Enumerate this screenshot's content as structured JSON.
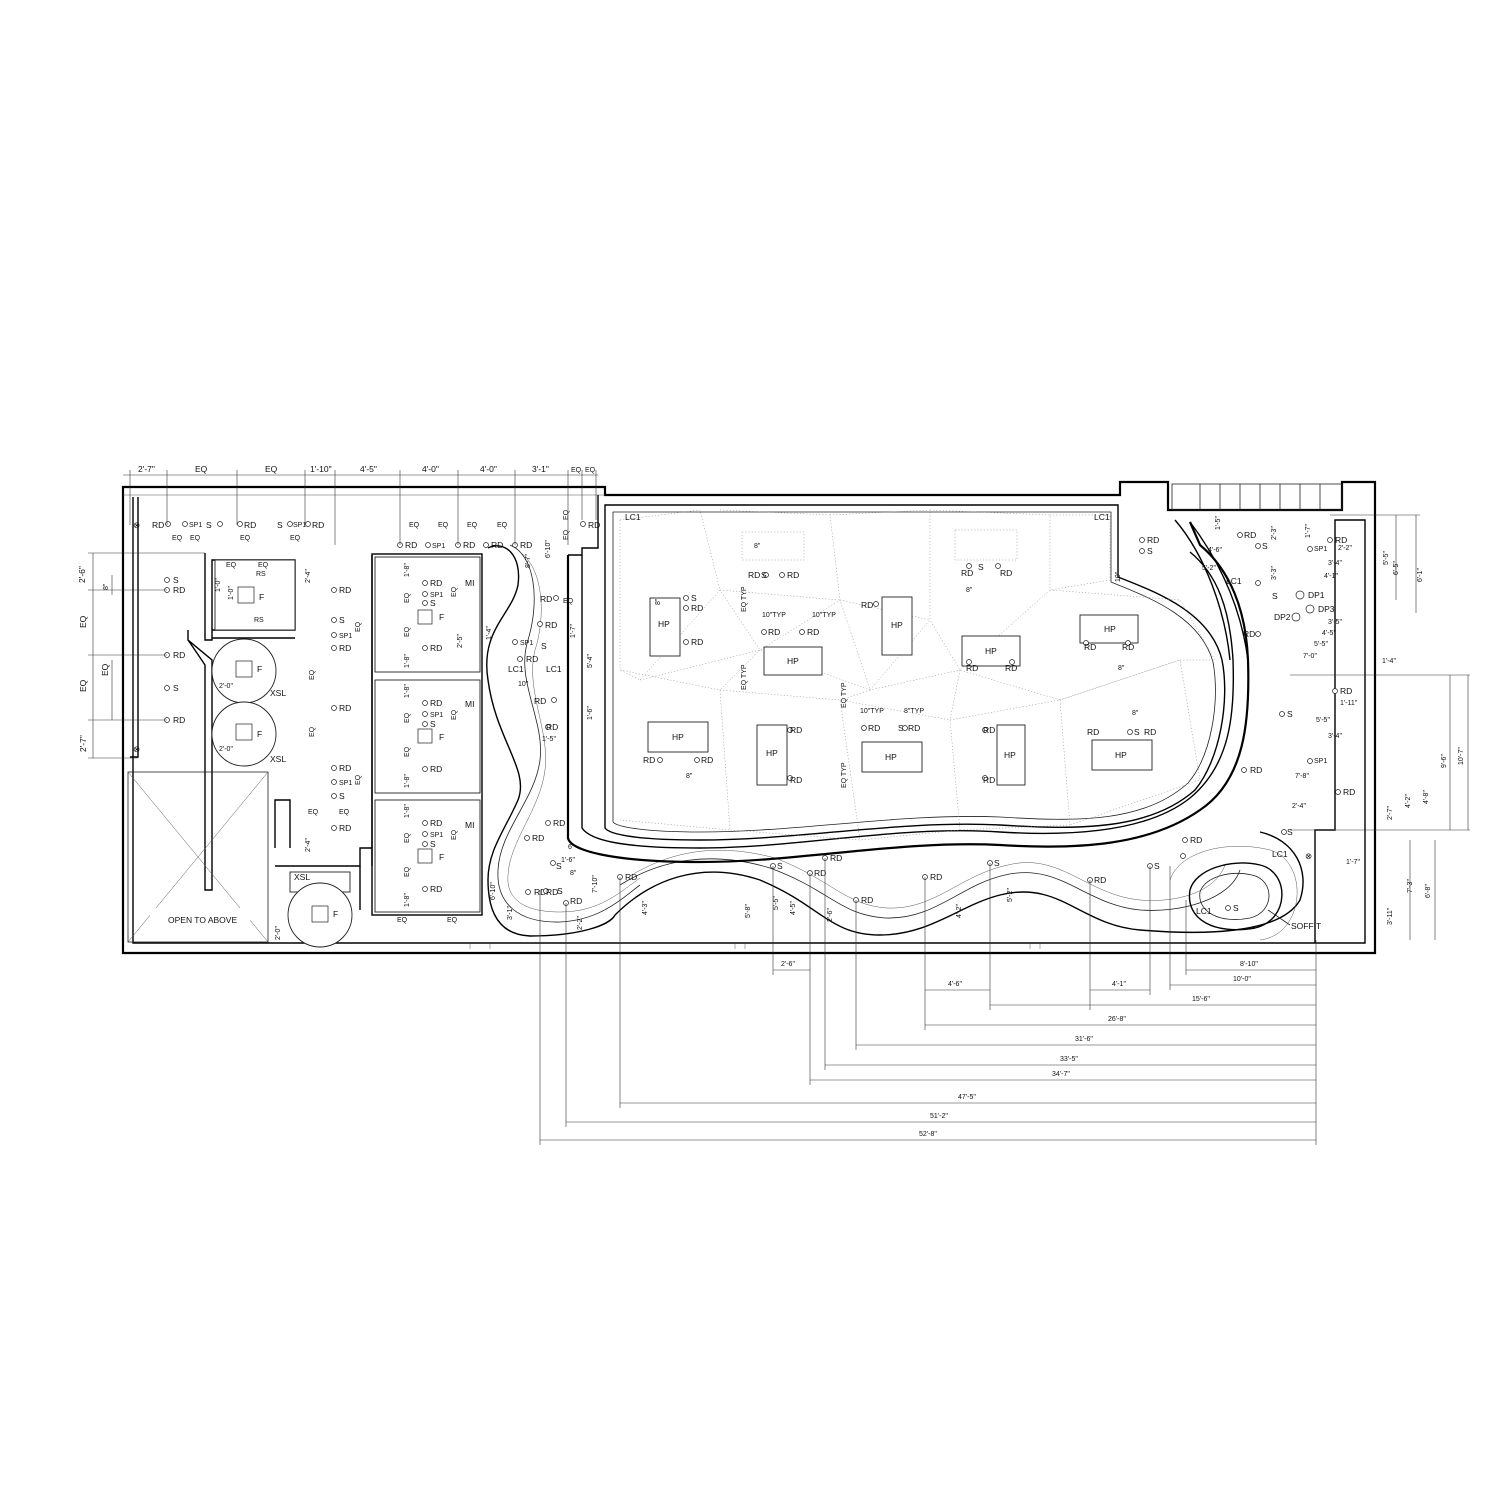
{
  "fixture_codes": {
    "rd": "RD",
    "s": "S",
    "sp1": "SP1",
    "rs": "RS",
    "mi": "MI",
    "f": "F",
    "xsl": "XSL",
    "hp": "HP",
    "lc1": "LC1",
    "dp1": "DP1",
    "dp2": "DP2",
    "dp3": "DP3",
    "eq": "EQ",
    "eq_typ": "EQ TYP",
    "typ_10": "10\"TYP",
    "typ_8": "8\"TYP"
  },
  "notes": {
    "open_to_above": "OPEN TO ABOVE",
    "soffit": "SOFFIT"
  },
  "top_dimensions": [
    "2'-7\"",
    "EQ",
    "EQ",
    "1'-10\"",
    "4'-5\"",
    "4'-0\"",
    "4'-0\"",
    "3'-1\"",
    "EQ",
    "EQ"
  ],
  "left_dimensions": [
    "2'-6\"",
    "8\"",
    "EQ",
    "EQ",
    "EQ",
    "2'-7\""
  ],
  "right_dimensions": [
    "6'-1\"",
    "5'-5\"",
    "10'-7\"",
    "9'-6\"",
    "6'-8\"",
    "7'-3\"",
    "3'-11\""
  ],
  "bottom_dimensions": [
    "8'-10\"",
    "10'-0\"",
    "15'-6\"",
    "26'-8\"",
    "31'-6\"",
    "33'-5\"",
    "34'-7\"",
    "47'-5\"",
    "51'-2\"",
    "52'-8\""
  ],
  "interior_dimensions": {
    "d_1_0": "1'-0\"",
    "d_2_0": "2'-0\"",
    "d_2_4": "2'-4\"",
    "d_1_8": "1'-8\"",
    "d_2_5": "2'-5\"",
    "d_6_10": "6'-10\"",
    "d_8_7": "8'-7\"",
    "d_1_7": "1'-7\"",
    "d_5_4": "5'-4\"",
    "d_1_5": "1'-5\"",
    "d_10": "10\"",
    "d_6": "6\"",
    "d_1_6": "1'-6\"",
    "d_7_10": "7'-10\"",
    "d_3_1": "3'-1\"",
    "d_4_3": "4'-3\"",
    "d_2_2": "2'-2\"",
    "d_5_8": "5'-8\"",
    "d_5_5": "5'-5\"",
    "d_4_5": "4'-5\"",
    "d_2_6": "2'-6\"",
    "d_4_2": "4'-2\"",
    "d_5_2": "5'-2\"",
    "d_4_1": "4'-1\"",
    "d_8": "8\"",
    "d_4_6": "4'-6\"",
    "d_5_2b": "5'-2\"",
    "d_2_3": "2'-3\"",
    "d_3_3": "3'-3\"",
    "d_3_4": "3'-4\"",
    "d_4_1b": "4'-1\"",
    "d_3_5": "3'-5\"",
    "d_7_0": "7'-0\"",
    "d_1_4": "1'-4\"",
    "d_1_11": "1'-11\"",
    "d_5_5b": "5'-5\"",
    "d_3_4b": "3'-4\"",
    "d_7_8": "7'-8\"",
    "d_2_7b": "2'-7\"",
    "d_4_2b": "4'-2\"",
    "d_4_8": "4'-8\"",
    "d_2_4b": "2'-4\"",
    "d_1_7b": "1'-7\"",
    "d_1_5b": "1'-5\""
  }
}
